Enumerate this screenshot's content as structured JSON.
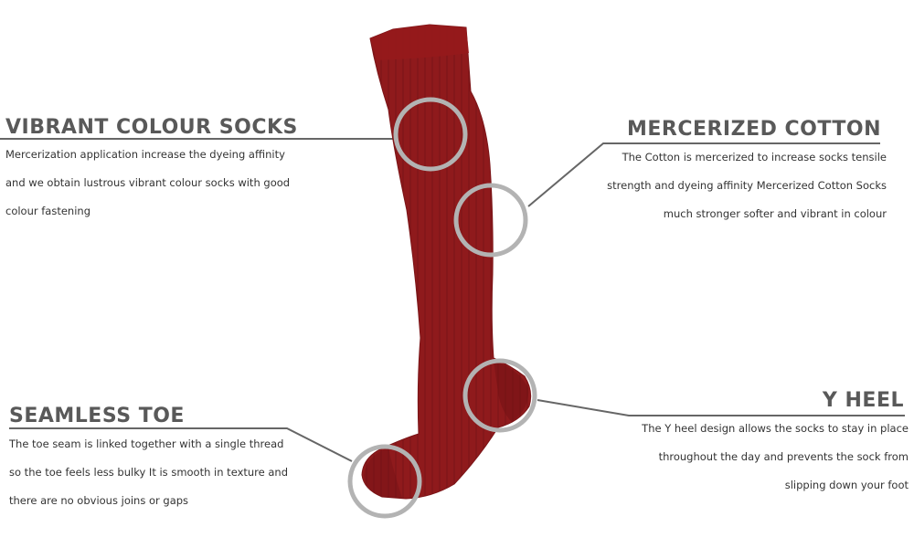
{
  "colors": {
    "sock": "#8f1a1c",
    "sock_shadow": "#6e1013",
    "circle_stroke": "#b3b3b3",
    "leader_line": "#666666",
    "heading_text": "#595959",
    "body_text": "#333333"
  },
  "features": {
    "vibrant": {
      "title": "VIBRANT COLOUR SOCKS",
      "description": "Mercerization application increase the dyeing affinity and we obtain lustrous vibrant colour socks with good colour fastening"
    },
    "cotton": {
      "title": "MERCERIZED COTTON",
      "description": "The Cotton is mercerized to increase socks tensile strength and dyeing affinity  Mercerized Cotton Socks much stronger  softer  and vibrant in colour"
    },
    "toe": {
      "title": "SEAMLESS TOE",
      "description": "The toe seam is linked together with a single thread so the toe feels less bulky  It is smooth in texture and there are no obvious joins or gaps"
    },
    "heel": {
      "title": "Y HEEL",
      "description": "The Y heel design allows the socks to stay in place throughout the day and prevents the sock from slipping down your foot"
    }
  }
}
